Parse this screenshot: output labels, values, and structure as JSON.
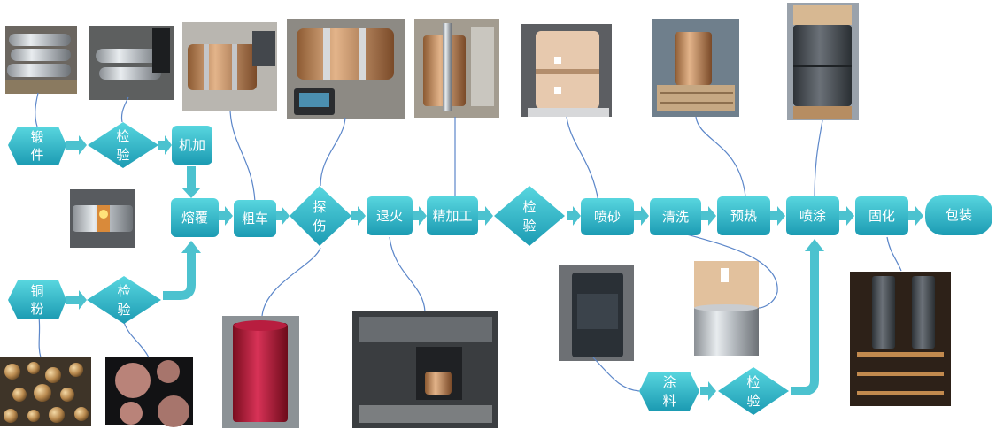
{
  "diagram": {
    "nodes": {
      "forging": "锻件",
      "inspect_forging": "检验",
      "machining": "机加",
      "cladding": "熔覆",
      "rough_turning": "粗车",
      "flaw_detection": "探伤",
      "annealing": "退火",
      "finish_machining": "精加工",
      "inspect_main": "检验",
      "sandblasting": "喷砂",
      "cleaning": "清洗",
      "preheating": "预热",
      "spraying": "喷涂",
      "curing": "固化",
      "packaging": "包装",
      "copper_powder": "铜粉",
      "inspect_powder": "检验",
      "coating": "涂料",
      "inspect_coating": "检验"
    },
    "colors": {
      "node_top": "#4fd0da",
      "node_bottom": "#1f9fb6",
      "arrow": "#4cc2cf",
      "callout_line": "#5b86c9",
      "text": "#ffffff"
    }
  }
}
